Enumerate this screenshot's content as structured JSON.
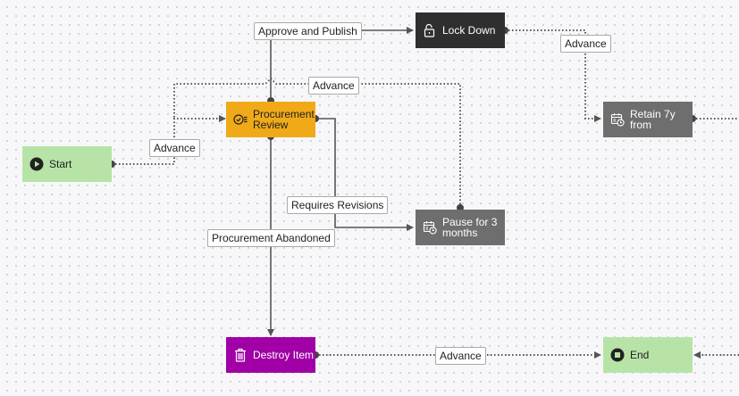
{
  "nodes": {
    "start": {
      "label": "Start",
      "icon": "play-circle-icon"
    },
    "review": {
      "label": "Procurement Review",
      "icon": "checklist-icon"
    },
    "lock": {
      "label": "Lock Down",
      "icon": "lock-icon"
    },
    "retain": {
      "label": "Retain 7y from",
      "icon": "calendar-clock-icon"
    },
    "pause": {
      "label": "Pause for 3 months",
      "icon": "calendar-clock-icon"
    },
    "destroy": {
      "label": "Destroy Item",
      "icon": "trash-icon"
    },
    "end": {
      "label": "End",
      "icon": "stop-circle-icon"
    }
  },
  "edges": {
    "start_review": {
      "label": "Advance"
    },
    "review_lock": {
      "label": "Approve and Publish"
    },
    "lock_retain": {
      "label": "Advance"
    },
    "pause_review": {
      "label": "Advance"
    },
    "review_pause": {
      "label": "Requires Revisions"
    },
    "review_destroy": {
      "label": "Procurement Abandoned"
    },
    "destroy_end": {
      "label": "Advance"
    }
  },
  "colors": {
    "start_end": "#b7e4a6",
    "review": "#f0aa17",
    "lock": "#2f2f2f",
    "timer": "#6e6e6e",
    "destroy": "#a000a5",
    "edge": "#555555"
  }
}
